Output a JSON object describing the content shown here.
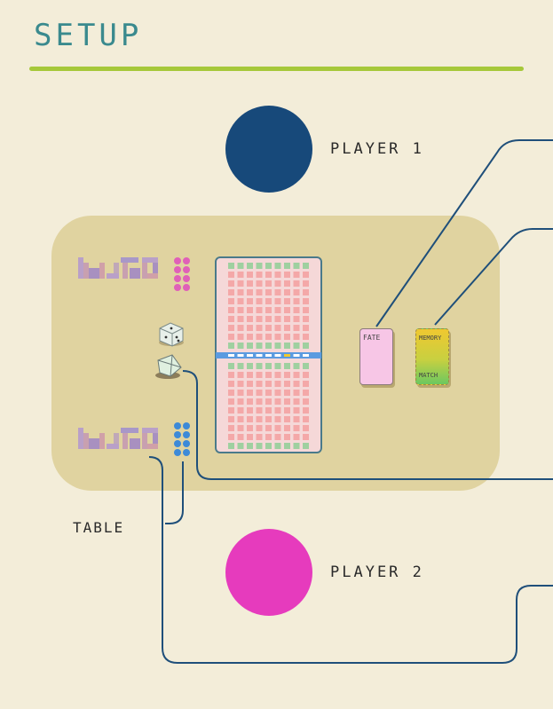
{
  "title": "SETUP",
  "players": [
    {
      "label": "PLAYER 1",
      "color": "#17497a"
    },
    {
      "label": "PLAYER 2",
      "color": "#e63bbd"
    }
  ],
  "table_label": "TABLE",
  "cards": [
    {
      "top_text": "FATE",
      "bottom_text": ""
    },
    {
      "top_text": "MEMORY",
      "bottom_text": "MATCH"
    }
  ],
  "colors": {
    "background": "#f3edd9",
    "title": "#3a8a8e",
    "rule": "#a6c83a",
    "table": "#e0d3a0",
    "line": "#1f4f7a",
    "board_pink": "#f4a8a8",
    "board_green": "#9fd0a0",
    "board_divider": "#5b9be0",
    "pink_pegs": "#e060b8",
    "blue_pegs": "#3d8ad8"
  },
  "icons": [
    "pink-peg-cluster",
    "blue-peg-cluster",
    "six-sided-die-icon",
    "polyhedral-die-icon",
    "tetromino-pieces-icon"
  ]
}
